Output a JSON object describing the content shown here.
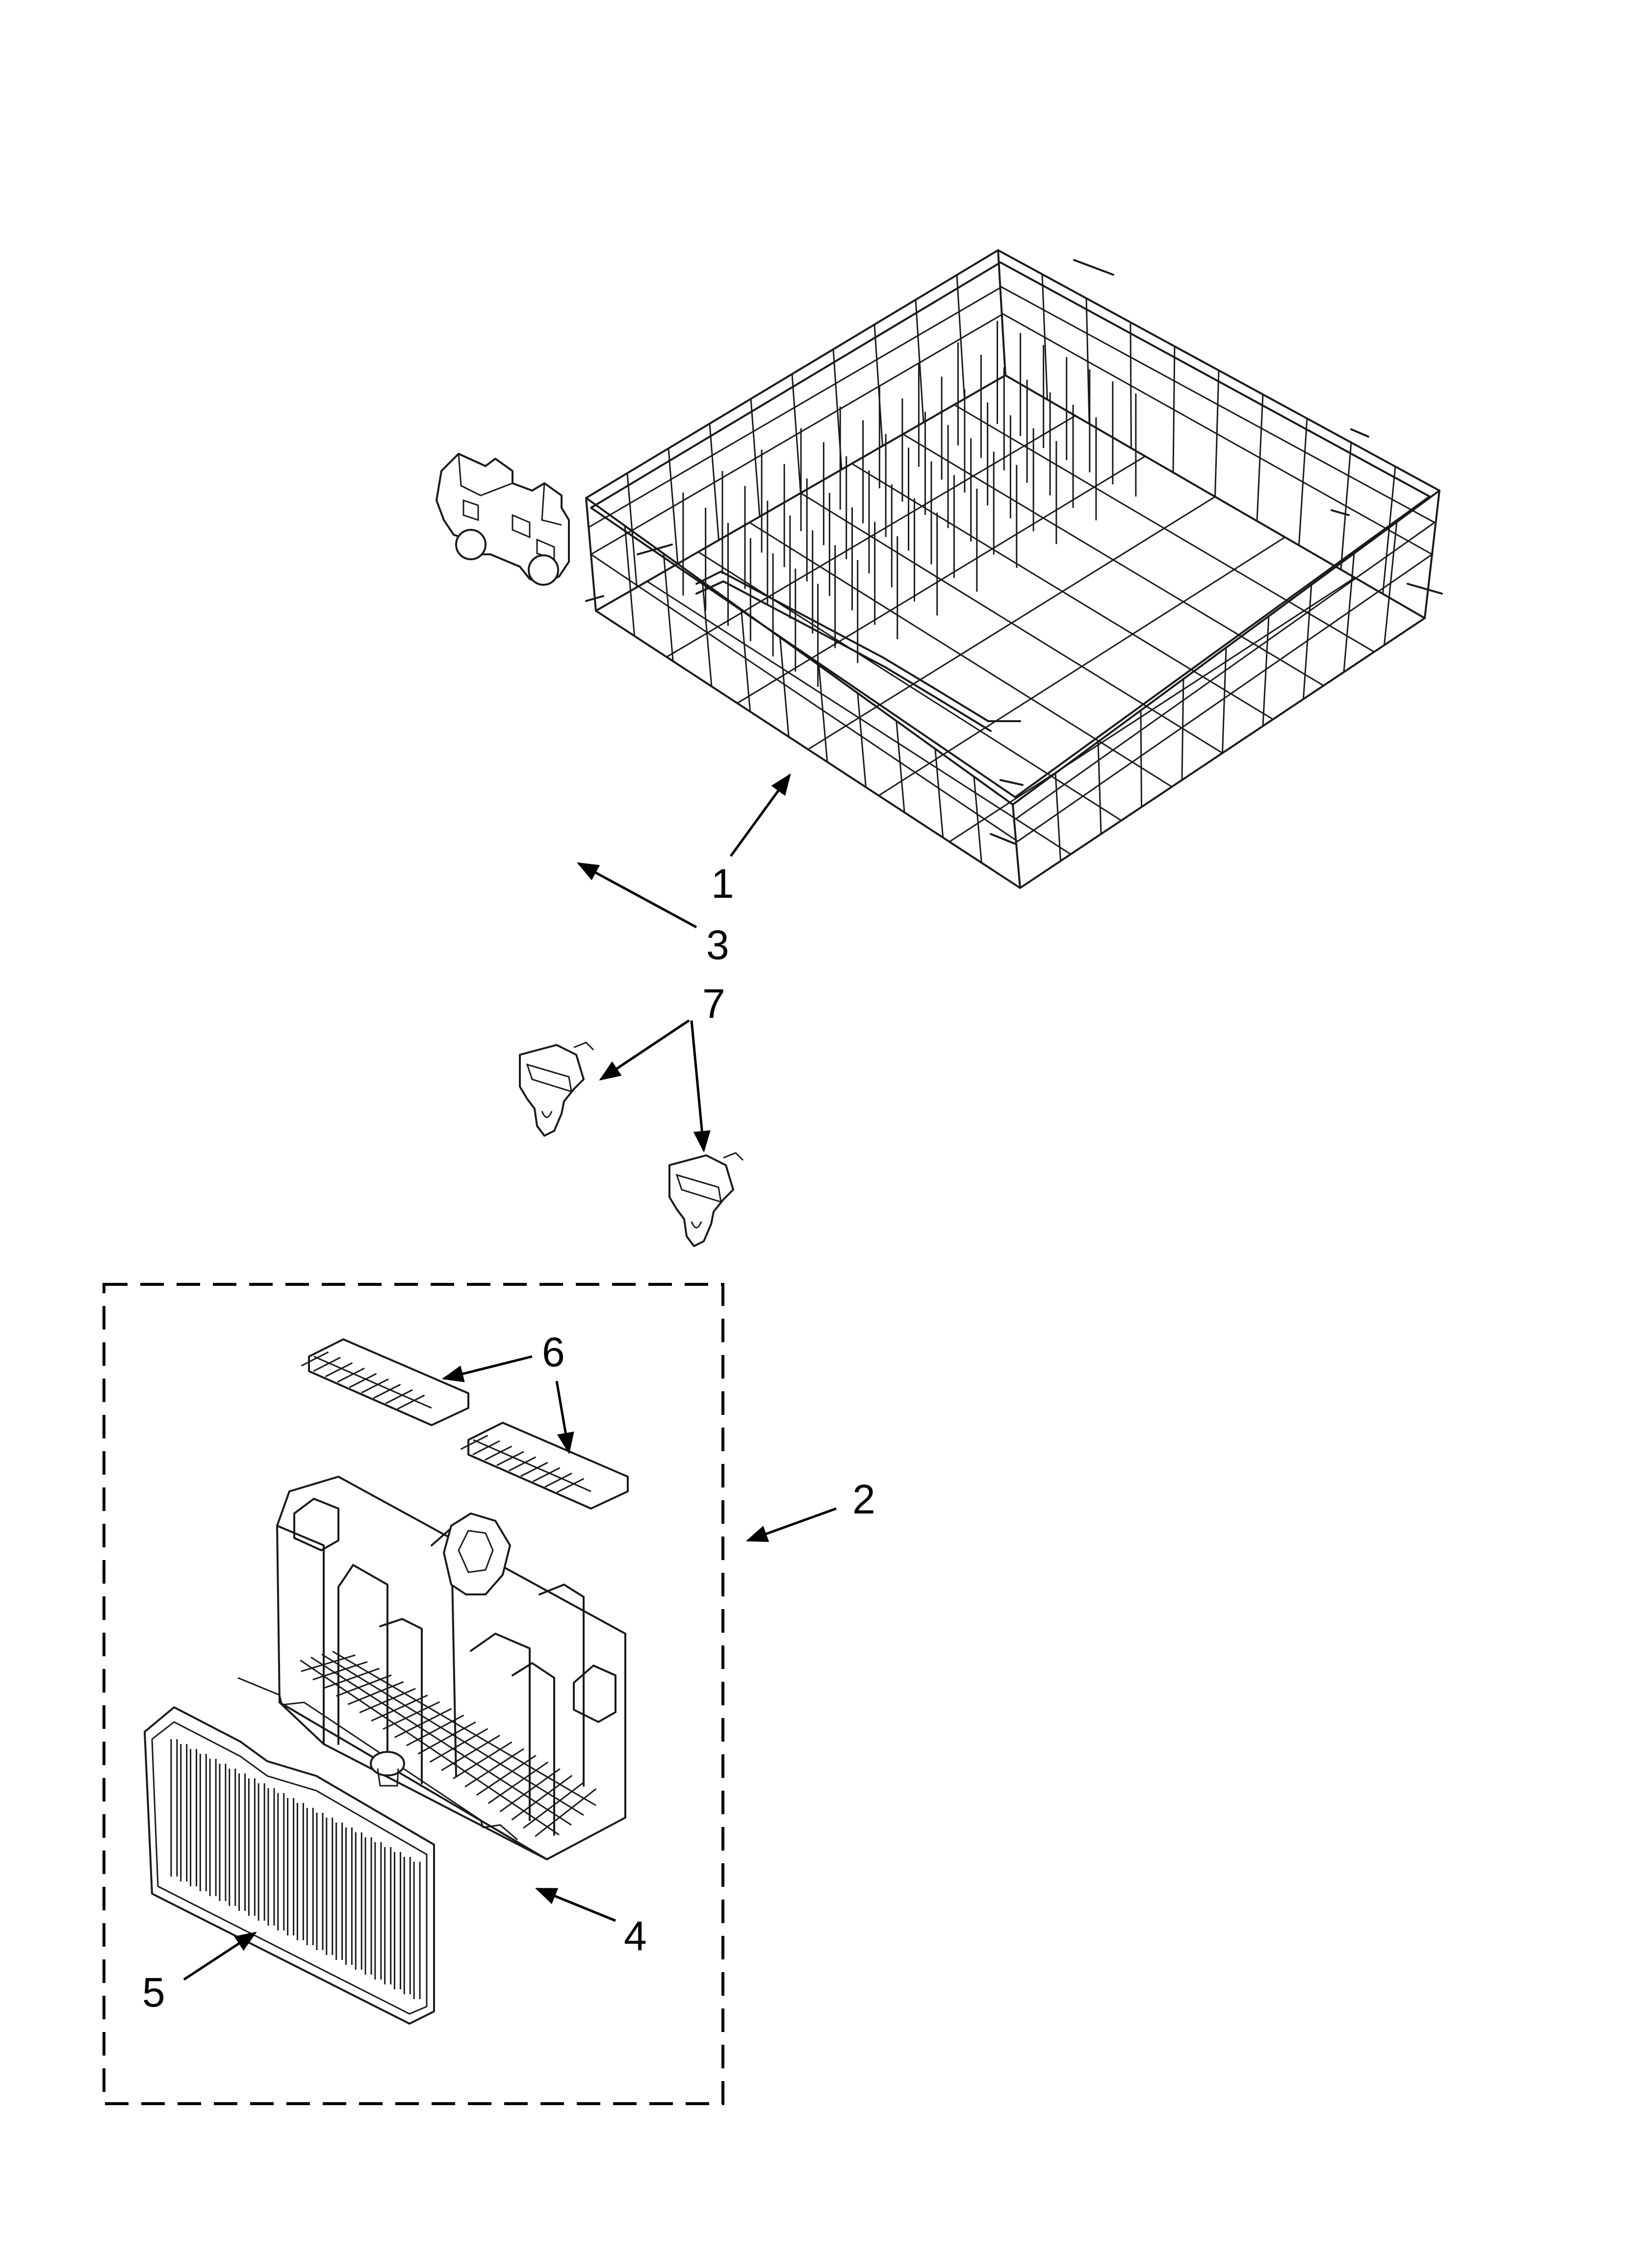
{
  "colors": {
    "line": "#1a1a1a",
    "background": "#ffffff"
  },
  "callouts": {
    "rack": "1",
    "basket_kit": "2",
    "roller": "3",
    "basket_handle": "4",
    "basket_cover": "5",
    "basket_lid": "6",
    "tine_clip": "7"
  }
}
